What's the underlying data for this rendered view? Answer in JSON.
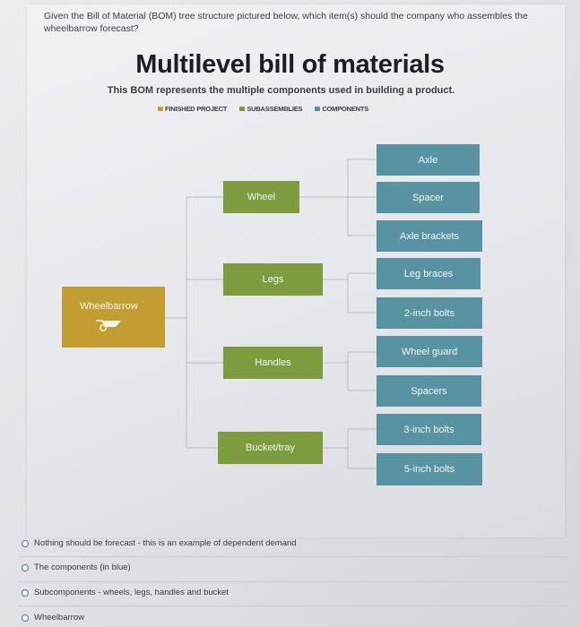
{
  "question": {
    "text": "Given the Bill of Material (BOM) tree structure pictured below, which item(s) should the company who assembles the wheelbarrow forecast?"
  },
  "figure": {
    "title": "Multilevel bill of materials",
    "subtitle": "This BOM represents the multiple components used in building a product.",
    "legend": [
      {
        "label": "FINISHED PROJECT",
        "color": "#c29e32"
      },
      {
        "label": "SUBASSEMBLIES",
        "color": "#7d9c40"
      },
      {
        "label": "COMPONENTS",
        "color": "#5793a3"
      }
    ],
    "finished_product": {
      "label": "Wheelbarrow",
      "icon": "wheelbarrow-icon"
    },
    "subassemblies": [
      "Wheel",
      "Legs",
      "Handles",
      "Bucket/tray"
    ],
    "components": [
      "Axle",
      "Spacer",
      "Axle brackets",
      "Leg braces",
      "2-inch bolts",
      "Wheel guard",
      "Spacers",
      "3-inch bolts",
      "5-inch bolts"
    ]
  },
  "options": [
    {
      "label": "Nothing should be forecast - this is an example of dependent demand"
    },
    {
      "label": "The components (in blue)"
    },
    {
      "label": "Subcomponents - wheels, legs, handles and bucket"
    },
    {
      "label": "Wheelbarrow"
    }
  ]
}
